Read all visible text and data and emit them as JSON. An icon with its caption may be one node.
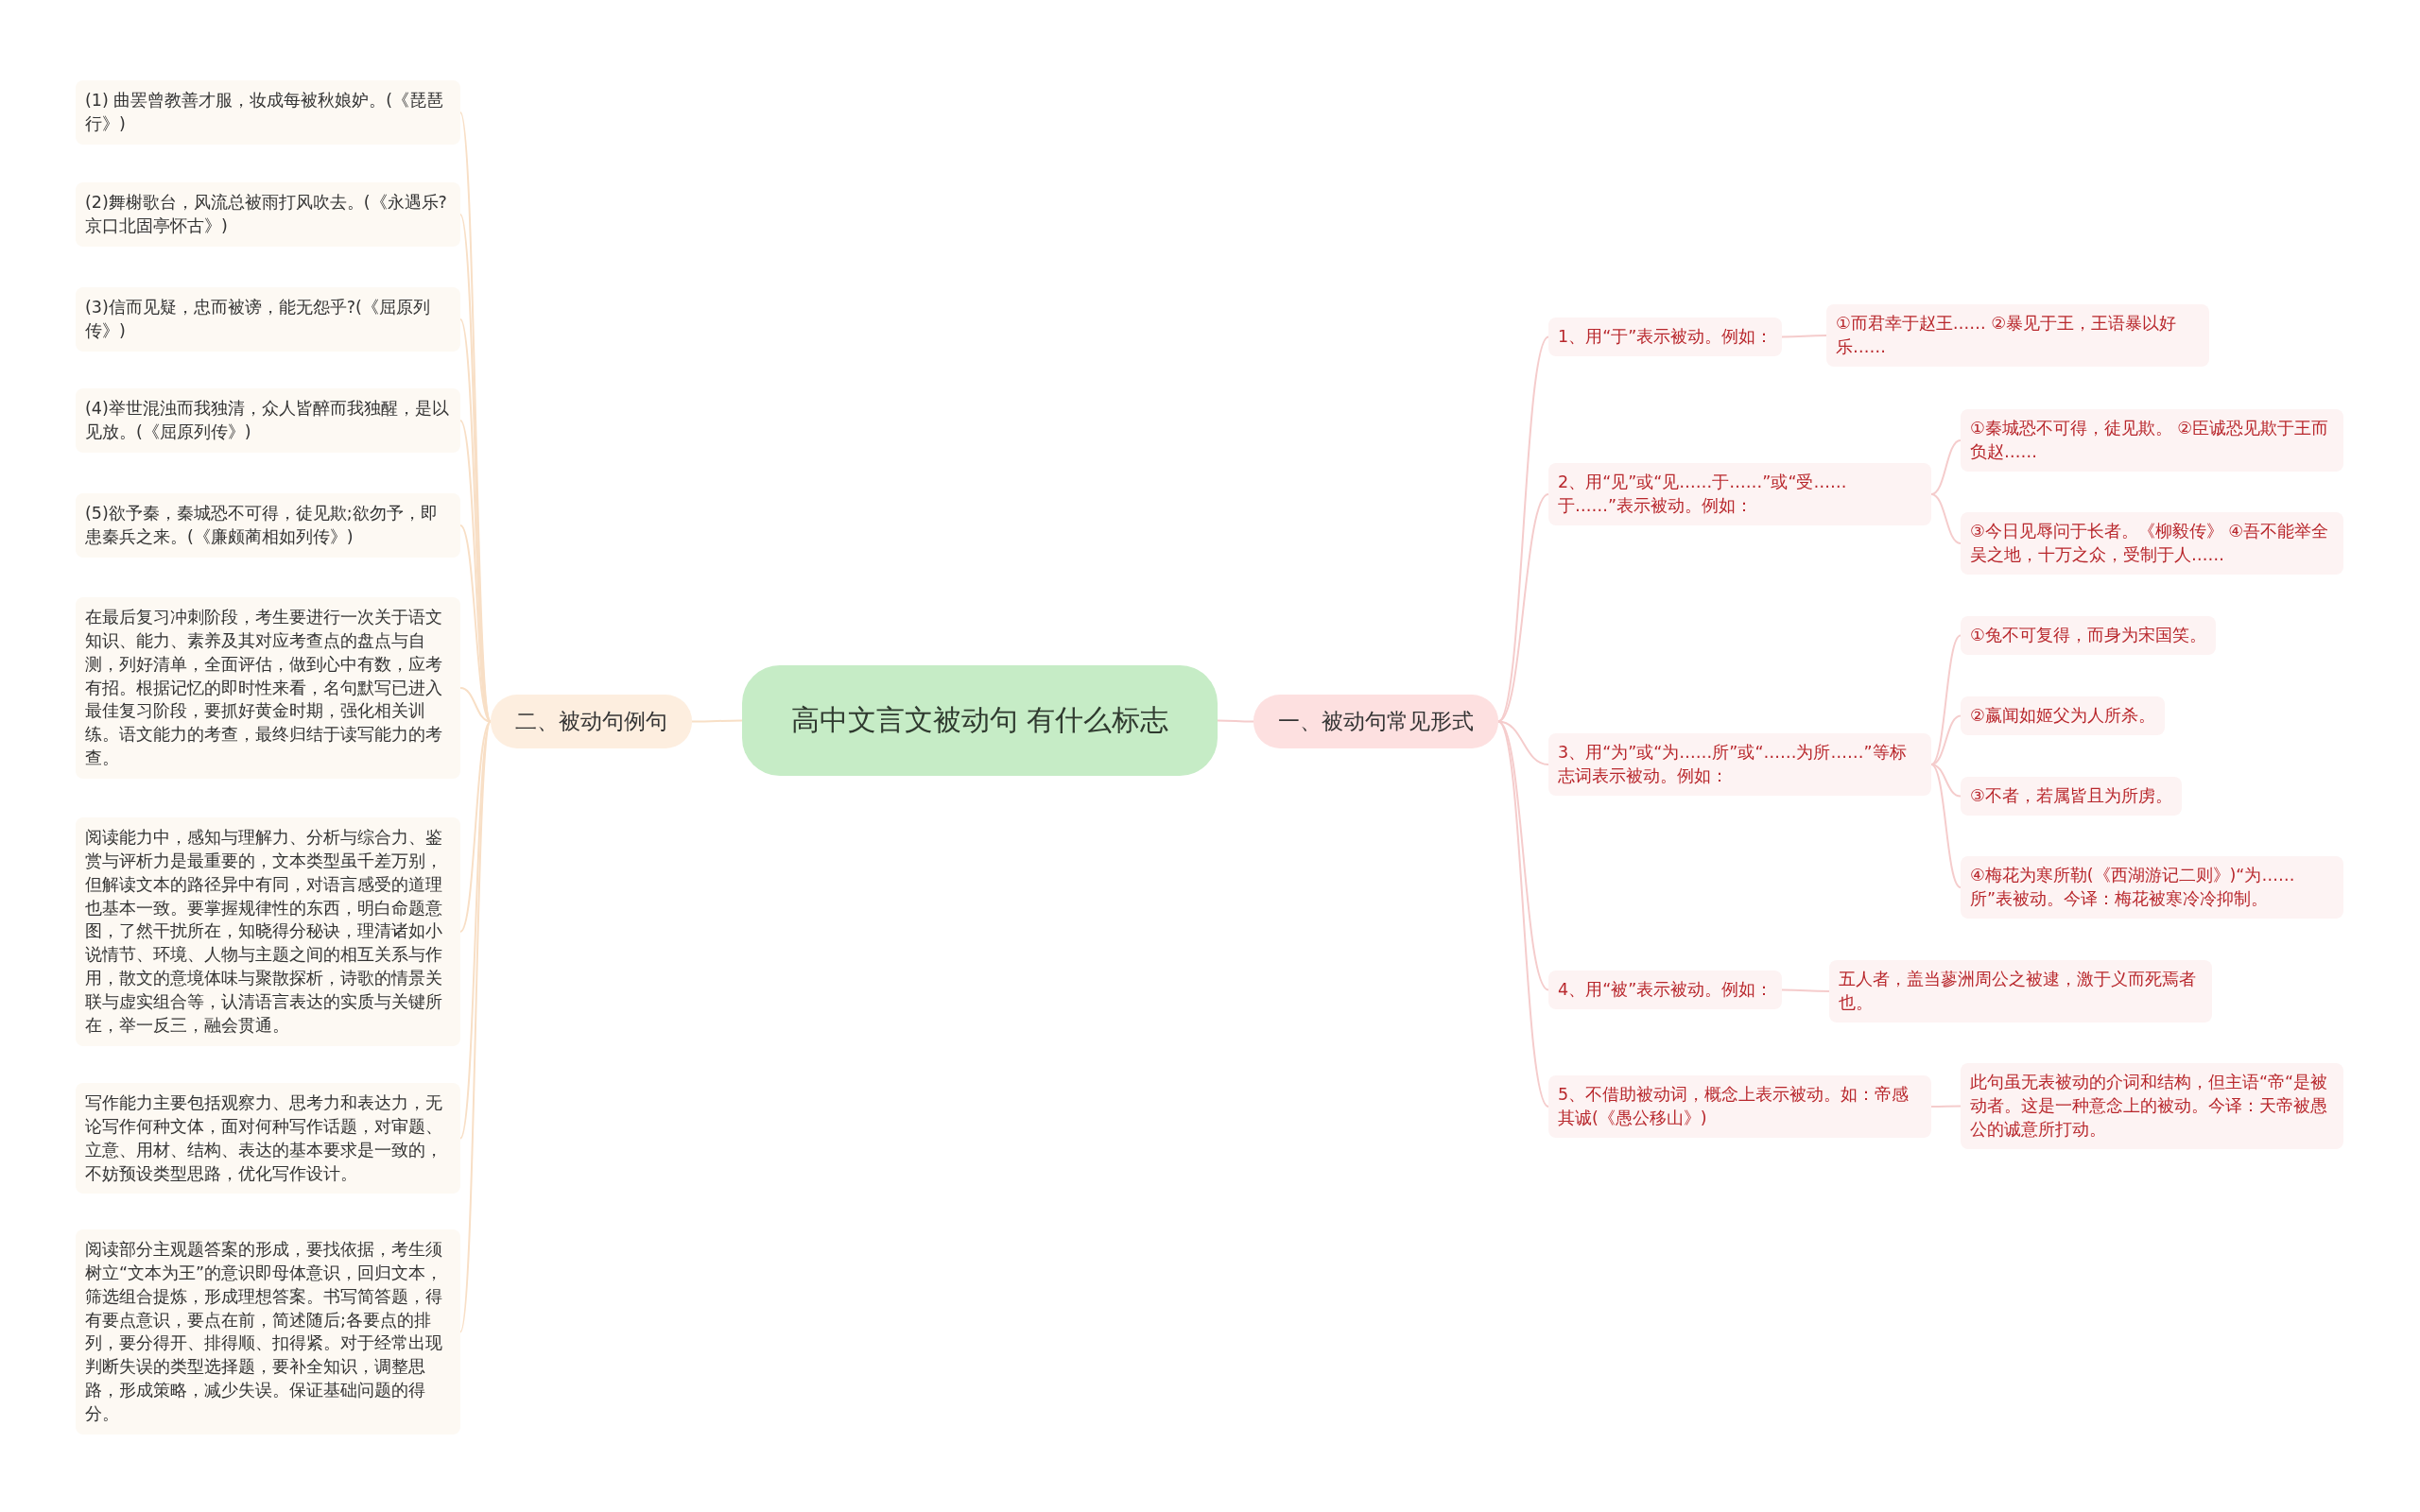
{
  "diagram": {
    "nodes": [
      {
        "text": [
          "高中文言文被动句 有什么标志"
        ]
      },
      {
        "text": [
          "一、被动句常见形式"
        ]
      },
      {
        "text": [
          "1、用“于”表示被动。例如："
        ]
      },
      {
        "text": [
          "①而君幸于赵王…… ②暴见于王，王语暴以好乐……"
        ]
      },
      {
        "text": [
          "2、用“见”或“见……于……”或“受……于……”表示被动。例如："
        ]
      },
      {
        "text": [
          "①秦城恐不可得，徒见欺。 ②臣诚恐见欺于王而负赵……"
        ]
      },
      {
        "text": [
          "③今日见辱问于长者。《柳毅传》 ④吾不能举全吴之地，十万之众，受制于人……"
        ]
      },
      {
        "text": [
          "3、用“为”或“为……所”或“……为所……”等标志词表示被动。例如："
        ]
      },
      {
        "text": [
          "①兔不可复得，而身为宋国笑。"
        ]
      },
      {
        "text": [
          "②嬴闻如姬父为人所杀。"
        ]
      },
      {
        "text": [
          "③不者，若属皆且为所虏。"
        ]
      },
      {
        "text": [
          "④梅花为寒所勒(《西湖游记二则》)“为……所”表被动。今译：梅花被寒冷冷抑制。"
        ]
      },
      {
        "text": [
          "4、用“被”表示被动。例如："
        ]
      },
      {
        "text": [
          "五人者，盖当蓼洲周公之被逮，激于义而死焉者也。"
        ]
      },
      {
        "text": [
          "5、不借助被动词，概念上表示被动。如：帝感其诚(《愚公移山》)"
        ]
      },
      {
        "text": [
          "此句虽无表被动的介词和结构，但主语“帝“是被动者。这是一种意念上的被动。今译：天帝被愚公的诚意所打动。"
        ]
      },
      {
        "text": [
          "二、被动句例句"
        ]
      },
      {
        "text": [
          "(1) 曲罢曾教善才服，妆成每被秋娘妒。(《琵琶行》)"
        ]
      },
      {
        "text": [
          "(2)舞榭歌台，风流总被雨打风吹去。(《永遇乐?京口北固亭怀古》)"
        ]
      },
      {
        "text": [
          "(3)信而见疑，忠而被谤，能无怨乎?(《屈原列传》)"
        ]
      },
      {
        "text": [
          "(4)举世混浊而我独清，众人皆醉而我独醒，是以见放。(《屈原列传》)"
        ]
      },
      {
        "text": [
          "(5)欲予秦，秦城恐不可得，徒见欺;欲勿予，即患秦兵之来。(《廉颇蔺相如列传》)"
        ]
      },
      {
        "text": [
          "在最后复习冲刺阶段，考生要进行一次关于语文知识、能力、素养及其对应考查点的盘点与自测，列好清单，全面评估，做到心中有数，应考有招。根据记忆的即时性来看，名句默写已进入最佳复习阶段，要抓好黄金时期，强化相关训练。语文能力的考查，最终归结于读写能力的考查。"
        ]
      },
      {
        "text": [
          "阅读能力中，感知与理解力、分析与综合力、鉴赏与评析力是最重要的，文本类型虽千差万别，但解读文本的路径异中有同，对语言感受的道理也基本一致。要掌握规律性的东西，明白命题意图，了然干扰所在，知晓得分秘诀，理清诸如小说情节、环境、人物与主题之间的相互关系与作用，散文的意境体味与聚散探析，诗歌的情景关联与虚实组合等，认清语言表达的实质与关键所在，举一反三，融会贯通。"
        ]
      },
      {
        "text": [
          "写作能力主要包括观察力、思考力和表达力，无论写作何种文体，面对何种写作话题，对审题、立意、用材、结构、表达的基本要求是一致的，不妨预设类型思路，优化写作设计。"
        ]
      },
      {
        "text": [
          "阅读部分主观题答案的形成，要找依据，考生须树立“文本为王”的意识即母体意识，回归文本，筛选组合提炼，形成理想答案。书写简答题，得有要点意识，要点在前，简述随后;各要点的排列，要分得开、排得顺、扣得紧。对于经常出现判断失误的类型选择题，要补全知识，调整思路，形成策略，减少失误。保证基础问题的得分。"
        ]
      }
    ],
    "edges": [
      {
        "from": 0,
        "to": 1,
        "arrow": "none"
      },
      {
        "from": 1,
        "to": 2,
        "arrow": "none"
      },
      {
        "from": 2,
        "to": 3,
        "arrow": "none"
      },
      {
        "from": 1,
        "to": 4,
        "arrow": "none"
      },
      {
        "from": 4,
        "to": 5,
        "arrow": "none"
      },
      {
        "from": 4,
        "to": 6,
        "arrow": "none"
      },
      {
        "from": 1,
        "to": 7,
        "arrow": "none"
      },
      {
        "from": 7,
        "to": 8,
        "arrow": "none"
      },
      {
        "from": 7,
        "to": 9,
        "arrow": "none"
      },
      {
        "from": 7,
        "to": 10,
        "arrow": "none"
      },
      {
        "from": 7,
        "to": 11,
        "arrow": "none"
      },
      {
        "from": 1,
        "to": 12,
        "arrow": "none"
      },
      {
        "from": 12,
        "to": 13,
        "arrow": "none"
      },
      {
        "from": 1,
        "to": 14,
        "arrow": "none"
      },
      {
        "from": 14,
        "to": 15,
        "arrow": "none"
      },
      {
        "from": 0,
        "to": 16,
        "arrow": "none",
        "color": "#f8dfc6"
      },
      {
        "from": 16,
        "to": 17,
        "arrow": "none",
        "color": "#f8dfc6"
      },
      {
        "from": 16,
        "to": 18,
        "arrow": "none",
        "color": "#f8dfc6"
      },
      {
        "from": 16,
        "to": 19,
        "arrow": "none",
        "color": "#f8dfc6"
      },
      {
        "from": 16,
        "to": 20,
        "arrow": "none",
        "color": "#f8dfc6"
      },
      {
        "from": 16,
        "to": 21,
        "arrow": "none",
        "color": "#f8dfc6"
      },
      {
        "from": 16,
        "to": 22,
        "arrow": "none",
        "color": "#f8dfc6"
      },
      {
        "from": 16,
        "to": 23,
        "arrow": "none",
        "color": "#f8dfc6"
      },
      {
        "from": 16,
        "to": 24,
        "arrow": "none",
        "color": "#f8dfc6"
      },
      {
        "from": 16,
        "to": 25,
        "arrow": "none",
        "color": "#f8dfc6"
      }
    ]
  }
}
